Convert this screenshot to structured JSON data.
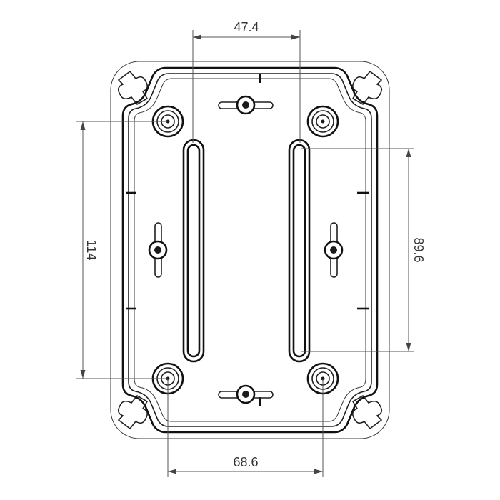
{
  "dimensions": {
    "top_width": "47.4",
    "bottom_width": "68.6",
    "left_height": "114",
    "right_height": "89.6"
  },
  "icons": {
    "corner": "screw-lid-corner-icon",
    "keyhole": "keyhole-mount-icon",
    "boss": "screw-boss-icon",
    "slot": "mounting-slot-icon"
  }
}
